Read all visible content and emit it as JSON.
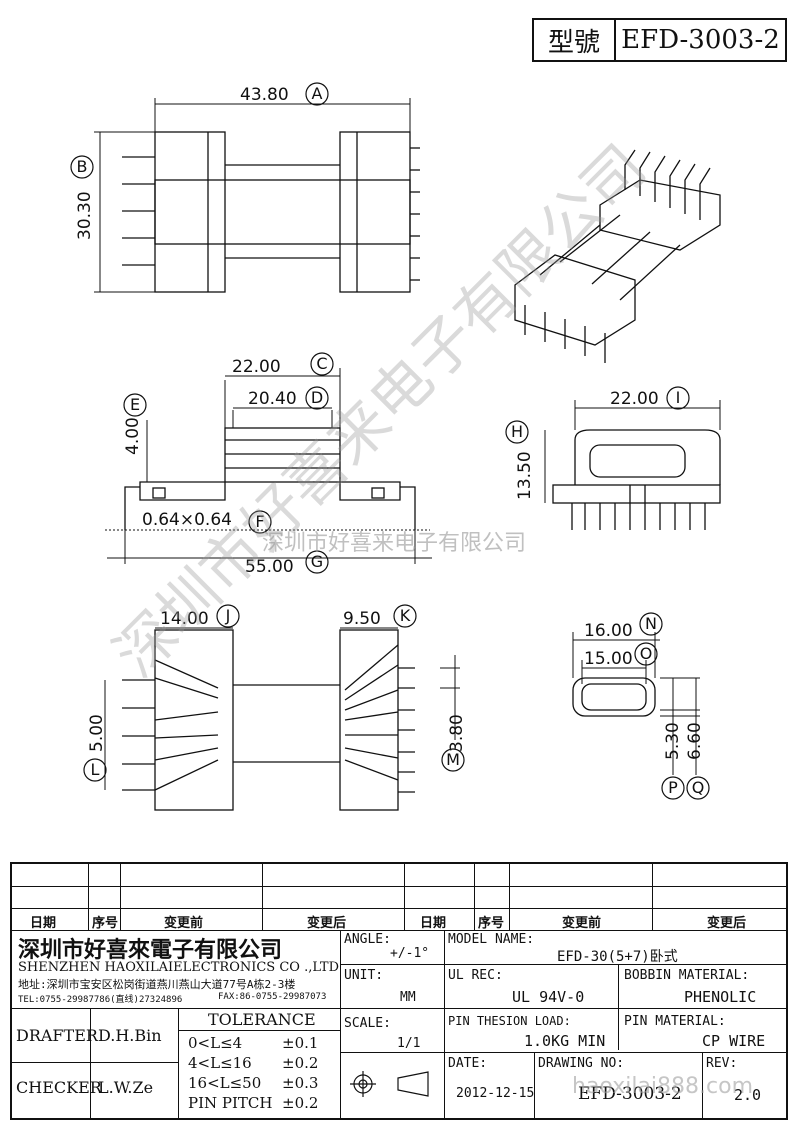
{
  "header": {
    "model_label": "型號",
    "model_value": "EFD-3003-2"
  },
  "dims": {
    "a": "43.80",
    "a_tag": "A",
    "b": "30.30",
    "b_tag": "B",
    "c": "22.00",
    "c_tag": "C",
    "d": "20.40",
    "d_tag": "D",
    "e": "4.00",
    "e_tag": "E",
    "f": "0.64×0.64",
    "f_tag": "F",
    "g": "55.00",
    "g_tag": "G",
    "h": "13.50",
    "h_tag": "H",
    "i": "22.00",
    "i_tag": "I",
    "j": "14.00",
    "j_tag": "J",
    "k": "9.50",
    "k_tag": "K",
    "l": "5.00",
    "l_tag": "L",
    "m": "3.80",
    "m_tag": "M",
    "n": "16.00",
    "n_tag": "N",
    "o": "15.00",
    "o_tag": "O",
    "p": "5.30",
    "p_tag": "P",
    "q": "6.60",
    "q_tag": "Q"
  },
  "watermarks": {
    "diagonal": "深圳市好喜来电子有限公司",
    "horizontal": "深圳市好喜来电子有限公司",
    "site": "haoxilai888.com"
  },
  "revision_table": {
    "headers": [
      "日期",
      "序号",
      "变更前",
      "变更后",
      "日期",
      "序号",
      "变更前",
      "变更后"
    ]
  },
  "company": {
    "name_cn": "深圳市好喜來電子有限公司",
    "name_en": "SHENZHEN HAOXILAIELECTRONICS CO .,LTD",
    "address": "地址:深圳市宝安区松岗街道燕川燕山大道77号A栋2-3楼",
    "tel": "TEL:0755-29987786(直线)27324896",
    "fax": "FAX:86-0755-29987073"
  },
  "signoff": {
    "drafter_label": "DRAFTER",
    "drafter_name": "D.H.Bin",
    "checker_label": "CHECKER",
    "checker_name": "L.W.Ze"
  },
  "tolerance": {
    "title": "TOLERANCE",
    "rows": [
      {
        "range": "0<L≤4",
        "value": "±0.1"
      },
      {
        "range": "4<L≤16",
        "value": "±0.2"
      },
      {
        "range": "16<L≤50",
        "value": "±0.3"
      },
      {
        "range": "PIN PITCH",
        "value": "±0.2"
      }
    ]
  },
  "fields": {
    "angle_label": "ANGLE:",
    "angle_value": "+/-1°",
    "unit_label": "UNIT:",
    "unit_value": "MM",
    "scale_label": "SCALE:",
    "scale_value": "1/1",
    "model_name_label": "MODEL NAME:",
    "model_name_value": "EFD-30(5+7)卧式",
    "ul_label": "UL REC:",
    "ul_value": "UL 94V-0",
    "bobbin_label": "BOBBIN MATERIAL:",
    "bobbin_value": "PHENOLIC",
    "pin_load_label": "PIN THESION LOAD:",
    "pin_load_value": "1.0KG MIN",
    "pin_material_label": "PIN MATERIAL:",
    "pin_material_value": "CP  WIRE",
    "date_label": "DATE:",
    "date_value": "2012-12-15",
    "drawing_label": "DRAWING NO:",
    "drawing_value": "EFD-3003-2",
    "rev_label": "REV:",
    "rev_value": "2.0"
  }
}
